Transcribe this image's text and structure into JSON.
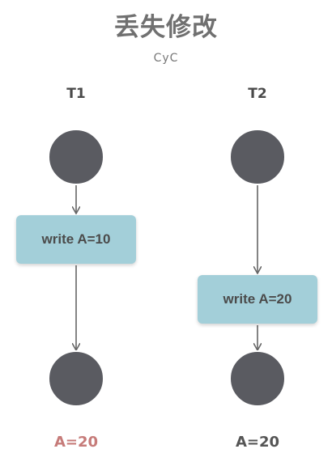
{
  "diagram": {
    "title": "丢失修改",
    "author": "CyC",
    "columns": [
      {
        "label": "T1",
        "action": "write A=10",
        "result": "A=20",
        "result_color": "#c67b79"
      },
      {
        "label": "T2",
        "action": "write A=20",
        "result": "A=20",
        "result_color": "#555555"
      }
    ],
    "colors": {
      "node": "#5a5b61",
      "box": "#a3cfd9",
      "arrow": "#666666"
    }
  }
}
